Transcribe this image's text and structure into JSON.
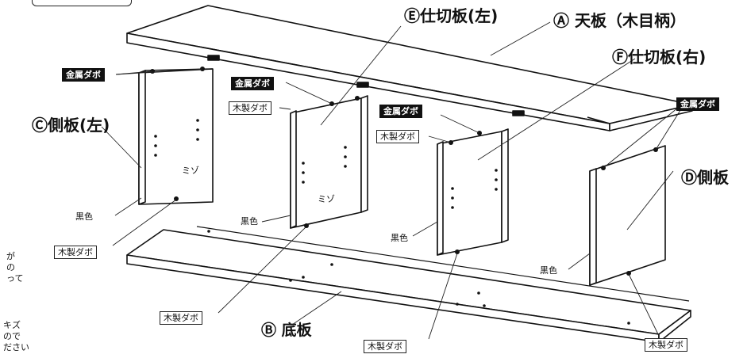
{
  "parts": {
    "a": "Ⓐ 天板（木目柄）",
    "b": "Ⓑ 底板",
    "c": "Ⓒ側板(左)",
    "d": "Ⓓ側板",
    "e": "Ⓔ仕切板(左)",
    "f": "Ⓕ仕切板(右)"
  },
  "tags": {
    "metal_dowel": "金属ダボ",
    "wood_dowel": "木製ダボ",
    "groove": "ミゾ",
    "black": "黒色"
  },
  "edge_text": {
    "line1": "が\nの\nって",
    "line2": "キズ\nので\nださい"
  }
}
